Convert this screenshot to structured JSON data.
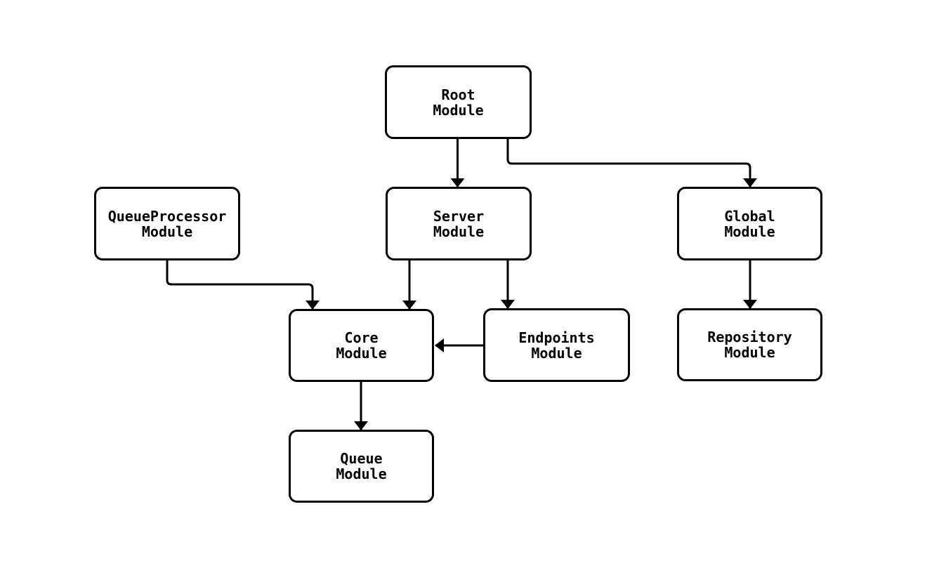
{
  "diagram": {
    "type": "flowchart",
    "title": "",
    "colors": {
      "background": "#ffffff",
      "node_fill": "#ffffff",
      "node_border": "#000000",
      "edge_stroke": "#000000",
      "text": "#000000"
    },
    "nodes": [
      {
        "id": "root",
        "label": "Root\nModule"
      },
      {
        "id": "queueprocessor",
        "label": "QueueProcessor\nModule"
      },
      {
        "id": "server",
        "label": "Server\nModule"
      },
      {
        "id": "global",
        "label": "Global\nModule"
      },
      {
        "id": "core",
        "label": "Core\nModule"
      },
      {
        "id": "endpoints",
        "label": "Endpoints\nModule"
      },
      {
        "id": "repository",
        "label": "Repository\nModule"
      },
      {
        "id": "queue",
        "label": "Queue\nModule"
      }
    ],
    "edges": [
      {
        "from": "root",
        "to": "server"
      },
      {
        "from": "root",
        "to": "global"
      },
      {
        "from": "queueprocessor",
        "to": "core"
      },
      {
        "from": "server",
        "to": "core"
      },
      {
        "from": "server",
        "to": "endpoints"
      },
      {
        "from": "endpoints",
        "to": "core"
      },
      {
        "from": "global",
        "to": "repository"
      },
      {
        "from": "core",
        "to": "queue"
      }
    ]
  }
}
